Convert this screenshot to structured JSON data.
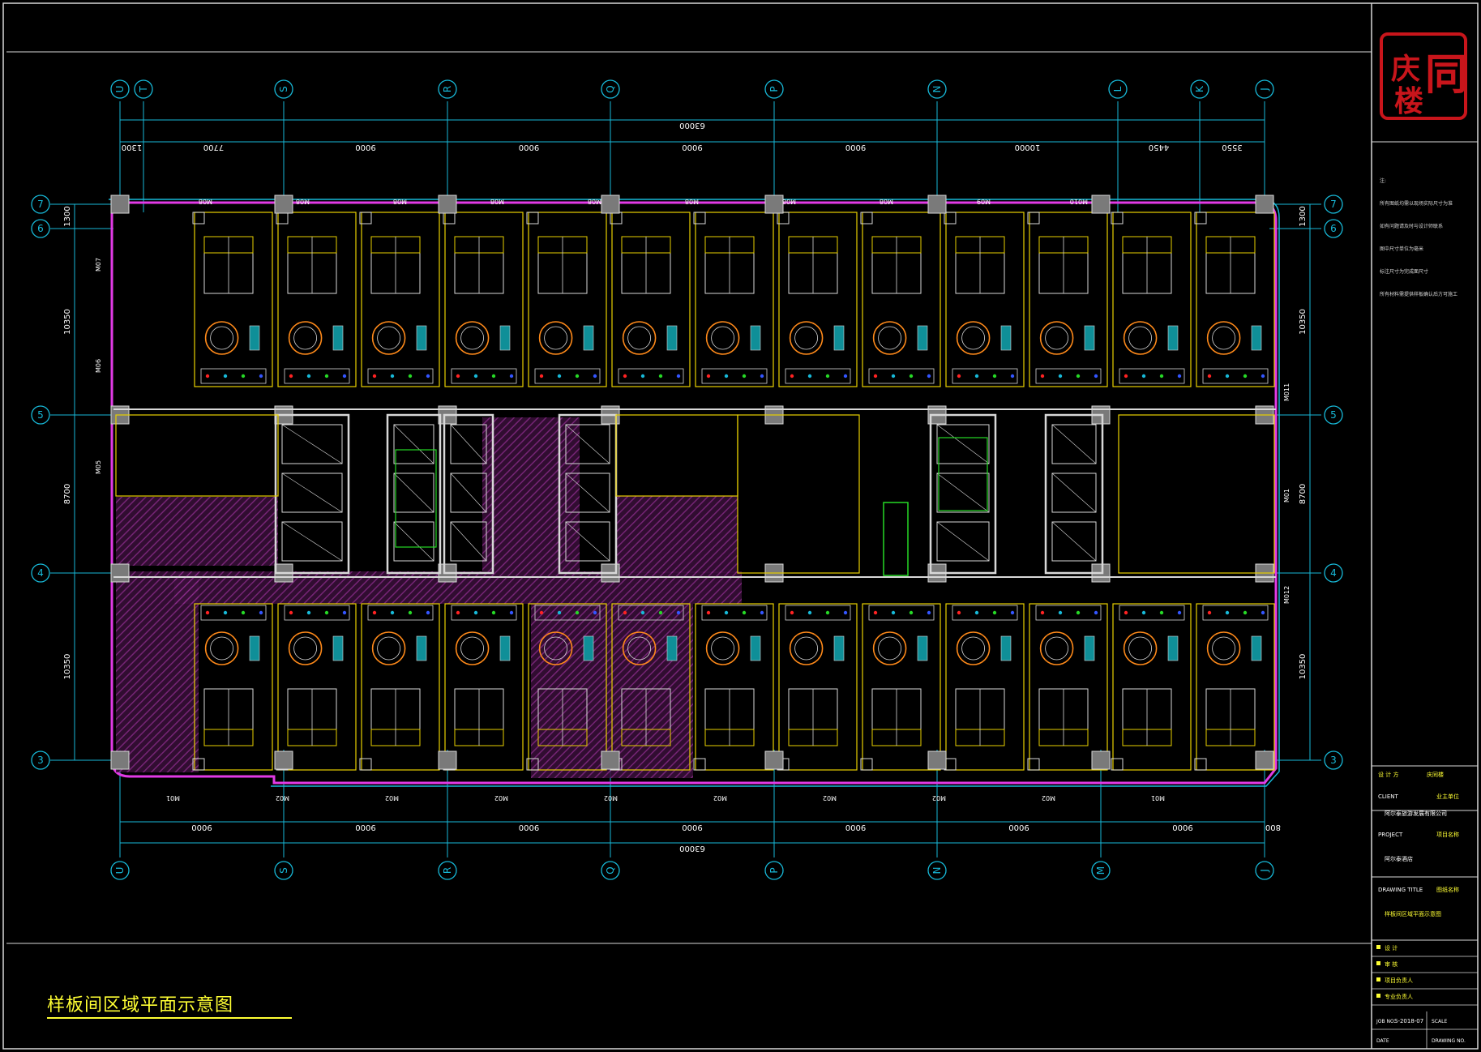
{
  "drawing_title": "样板间区域平面示意图",
  "logo": {
    "chars": [
      "庆",
      "同",
      "楼"
    ],
    "color": "#c8151b"
  },
  "grid": {
    "columns_top": [
      "U",
      "T",
      "S",
      "R",
      "Q",
      "P",
      "N",
      "L",
      "K",
      "J"
    ],
    "columns_bottom": [
      "U",
      "S",
      "R",
      "Q",
      "P",
      "N",
      "M",
      "J"
    ],
    "rows": [
      "7",
      "6",
      "5",
      "4",
      "3"
    ]
  },
  "dimensions": {
    "top_total": "63000",
    "top_segments": [
      "1300",
      "7700",
      "9000",
      "9000",
      "9000",
      "9000",
      "10000",
      "4450",
      "3550"
    ],
    "bottom_total": "63000",
    "bottom_segments": [
      "9000",
      "9000",
      "9000",
      "9000",
      "9000",
      "9000",
      "9000"
    ],
    "bottom_end": "800",
    "left_segments": [
      "1300",
      "10350",
      "8700",
      "10350"
    ],
    "right_segments": [
      "1300",
      "10350",
      "8700",
      "10350"
    ]
  },
  "labels": {
    "top_windows": [
      "M08",
      "M08",
      "M08",
      "M08",
      "M08",
      "M08",
      "M08",
      "M08",
      "M09",
      "M010"
    ],
    "bottom_windows": [
      "M01",
      "M02",
      "M02",
      "M02",
      "M02",
      "M02",
      "M02",
      "M02",
      "M02",
      "M01"
    ],
    "side_left": [
      "M07",
      "M06",
      "M05"
    ],
    "side_right": [
      "M011",
      "M01",
      "M012"
    ]
  },
  "notes": [
    "注:",
    "所有图纸均需以现场实际尺寸为准",
    "如有问题请及时与设计师联系",
    "图中尺寸单位为毫米",
    "标注尺寸为完成面尺寸",
    "所有材料需提供样板确认后方可施工"
  ],
  "title_block": {
    "designer_label": "设 计 方",
    "designer_value": "庆同楼",
    "client_label": "CLIENT",
    "client_label_cn": "业主单位",
    "client_value": "阿尔泰旅游发展有限公司",
    "project_label": "PROJECT",
    "project_label_cn": "项目名称",
    "project_value": "阿尔泰酒店",
    "drawing_label": "DRAWING TITLE",
    "drawing_label_cn": "图纸名称",
    "drawing_value": "样板间区域平面示意图",
    "rows": [
      "设 计",
      "审 核",
      "项目负责人",
      "专业负责人"
    ],
    "job_label": "JOB NO.",
    "job_value": "S-2018-07",
    "scale_label": "SCALE",
    "date_label": "DATE",
    "drawing_no_label": "DRAWING NO."
  },
  "colors": {
    "grid_cyan": "#17b9d8",
    "wall_white": "#d8d8d8",
    "room_yellow": "#e8d000",
    "furniture_orange": "#ff8a1a",
    "boundary_magenta": "#e23ae6",
    "hatch_purple": "#8a2c8a",
    "fixture_teal": "#0f8f98",
    "green": "#26d926",
    "red": "#ff2222"
  }
}
